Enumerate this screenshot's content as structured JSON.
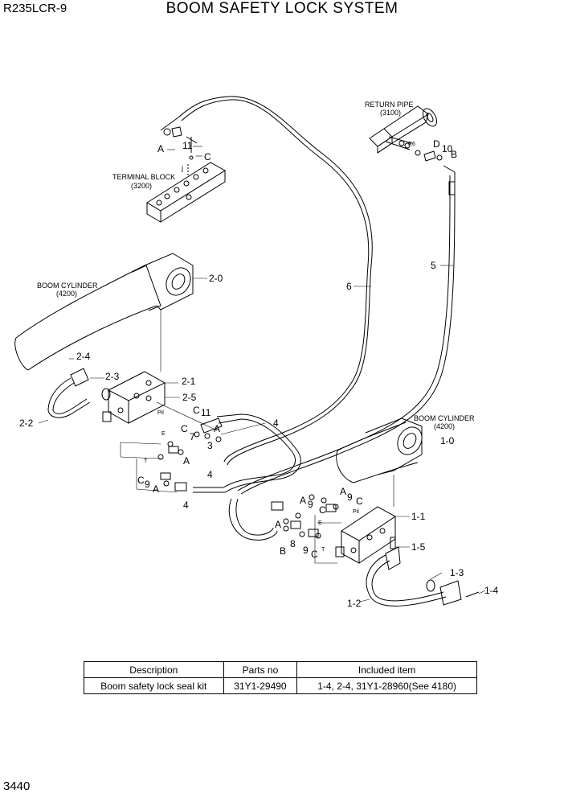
{
  "header": {
    "model": "R235LCR-9",
    "title": "BOOM SAFETY LOCK SYSTEM"
  },
  "footer": {
    "page_number": "3440"
  },
  "components": {
    "return_pipe": {
      "name": "RETURN PIPE",
      "ref": "(3100)"
    },
    "terminal_block": {
      "name": "TERMINAL BLOCK",
      "ref": "(3200)"
    },
    "boom_cylinder_left": {
      "name": "BOOM CYLINDER",
      "ref": "(4200)"
    },
    "boom_cylinder_right": {
      "name": "BOOM CYLINDER",
      "ref": "(4200)"
    }
  },
  "callouts": {
    "c11_top": "11",
    "cC_top": "C",
    "cA_top": "A",
    "c10": "10",
    "cD": "D",
    "cB_top": "B",
    "cR6": "R6",
    "c5": "5",
    "c6": "6",
    "c2_0": "2-0",
    "c2_1": "2-1",
    "c2_3": "2-3",
    "c2_4": "2-4",
    "c2_5": "2-5",
    "c2_2": "2-2",
    "cPil_l": "Pil",
    "c11_mid": "11",
    "cC_mid1": "C",
    "cA_mid1": "A",
    "c4_a": "4",
    "cC_mid2": "C",
    "c7": "7",
    "cE_l": "E",
    "c3": "3",
    "cA_mid2": "A",
    "cT_l": "T",
    "c4_b": "4",
    "c4_c": "4",
    "cC_l": "C",
    "c9_l": "9",
    "cA_l": "A",
    "c1_0": "1-0",
    "cA_r1": "A",
    "c9_r1": "9",
    "cC_r1": "C",
    "cA_r2": "A",
    "c9_r2": "9",
    "cC_r2": "C",
    "cPil_r": "Pil",
    "c1_1": "1-1",
    "cA_r3": "A",
    "cE_r": "E",
    "cT_r": "T",
    "cB_r": "B",
    "c8": "8",
    "c9_r3": "9",
    "cC_r3": "C",
    "c1_5": "1-5",
    "c1_3": "1-3",
    "c1_4": "1-4",
    "c1_2": "1-2",
    "cj": "j"
  },
  "kit_table": {
    "headers": [
      "Description",
      "Parts no",
      "Included item"
    ],
    "rows": [
      [
        "Boom safety lock seal kit",
        "31Y1-29490",
        "1-4, 2-4, 31Y1-28960(See 4180)"
      ]
    ]
  }
}
